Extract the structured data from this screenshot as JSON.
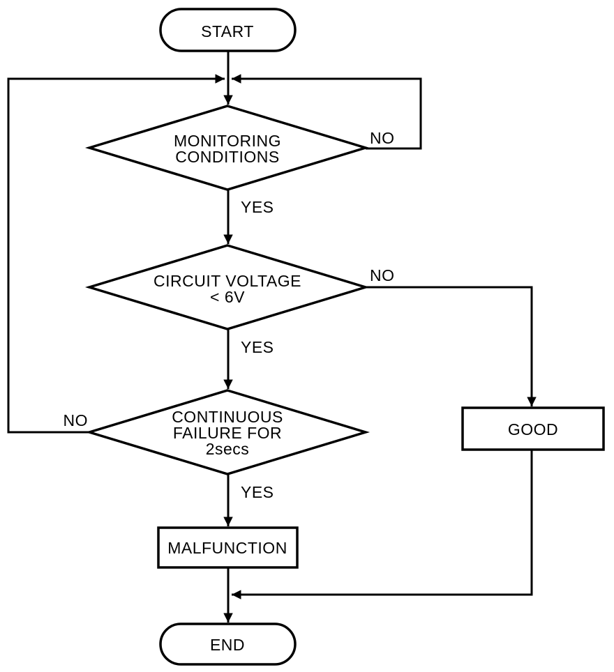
{
  "diagram": {
    "type": "flowchart",
    "colors": {
      "background": "#ffffff",
      "stroke": "#000000",
      "text": "#000000"
    },
    "nodes": {
      "start": {
        "type": "terminator",
        "label": "START"
      },
      "monitoring_conditions": {
        "type": "decision",
        "lines": [
          "MONITORING",
          "CONDITIONS"
        ]
      },
      "circuit_voltage": {
        "type": "decision",
        "lines": [
          "CIRCUIT VOLTAGE",
          "< 6V"
        ]
      },
      "continuous_failure": {
        "type": "decision",
        "lines": [
          "CONTINUOUS",
          "FAILURE FOR",
          "2secs"
        ]
      },
      "good": {
        "type": "process",
        "label": "GOOD"
      },
      "malfunction": {
        "type": "process",
        "label": "MALFUNCTION"
      },
      "end": {
        "type": "terminator",
        "label": "END"
      }
    },
    "branch_labels": {
      "monitoring_no": "NO",
      "monitoring_yes": "YES",
      "voltage_no": "NO",
      "voltage_yes": "YES",
      "continuous_no": "NO",
      "continuous_yes": "YES"
    },
    "edges": [
      {
        "from": "start",
        "to": "monitoring_conditions",
        "label": ""
      },
      {
        "from": "monitoring_conditions",
        "to": "monitoring_conditions",
        "label": "NO",
        "note": "loops back above decision via right rail"
      },
      {
        "from": "monitoring_conditions",
        "to": "circuit_voltage",
        "label": "YES"
      },
      {
        "from": "circuit_voltage",
        "to": "good",
        "label": "NO"
      },
      {
        "from": "circuit_voltage",
        "to": "continuous_failure",
        "label": "YES"
      },
      {
        "from": "continuous_failure",
        "to": "monitoring_conditions",
        "label": "NO",
        "note": "loops back above decision via left rail"
      },
      {
        "from": "continuous_failure",
        "to": "malfunction",
        "label": "YES"
      },
      {
        "from": "malfunction",
        "to": "end",
        "label": ""
      },
      {
        "from": "good",
        "to": "end",
        "label": ""
      }
    ]
  }
}
